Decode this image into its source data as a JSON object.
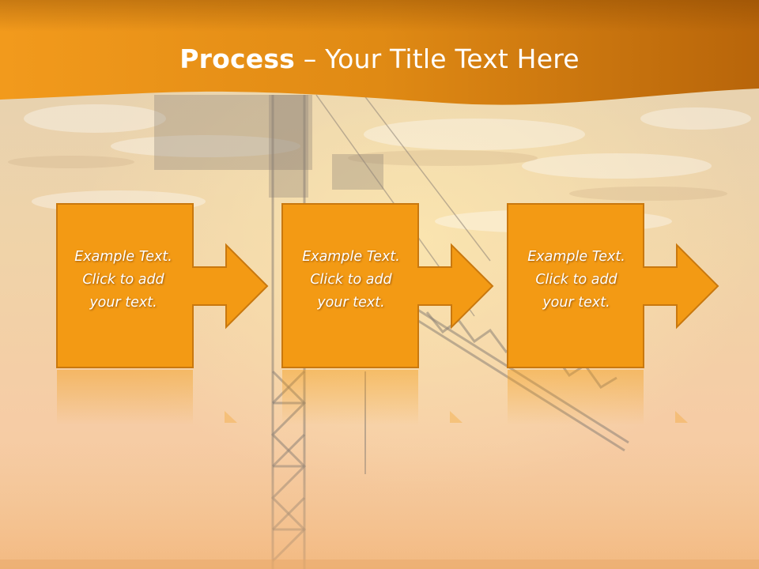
{
  "slide": {
    "title_bold": "Process",
    "title_rest": " – Your Title Text Here"
  },
  "steps": [
    {
      "line1": "Example Text.",
      "line2": "Click  to add",
      "line3": "your text."
    },
    {
      "line1": "Example Text.",
      "line2": "Click  to add",
      "line3": "your text."
    },
    {
      "line1": "Example Text.",
      "line2": "Click  to add",
      "line3": "your text."
    }
  ],
  "colors": {
    "box_fill": "#F39A14",
    "box_stroke": "#D07F10",
    "banner_dark": "#C86A04",
    "banner_light": "#F2A12A",
    "sky_top": "#E6CFA8",
    "sky_bottom": "#F5C9A0"
  }
}
